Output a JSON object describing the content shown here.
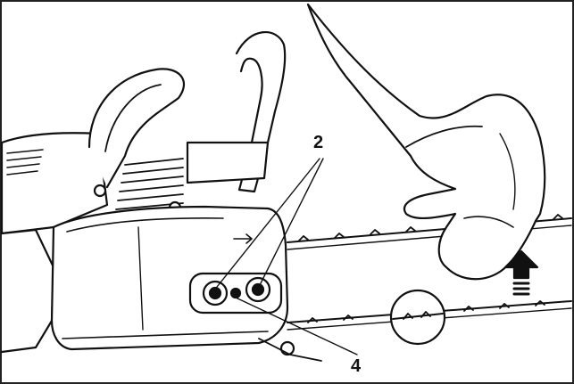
{
  "callouts": {
    "label_2": "2",
    "label_4": "4"
  },
  "colors": {
    "stroke": "#111111",
    "background": "#ffffff",
    "frame": "#222222"
  },
  "icons": [
    "chainsaw-illustration",
    "gloved-hand",
    "saw-chain",
    "nut-icon",
    "tension-screw-icon",
    "up-arrow-icon",
    "magnifier-circle"
  ]
}
